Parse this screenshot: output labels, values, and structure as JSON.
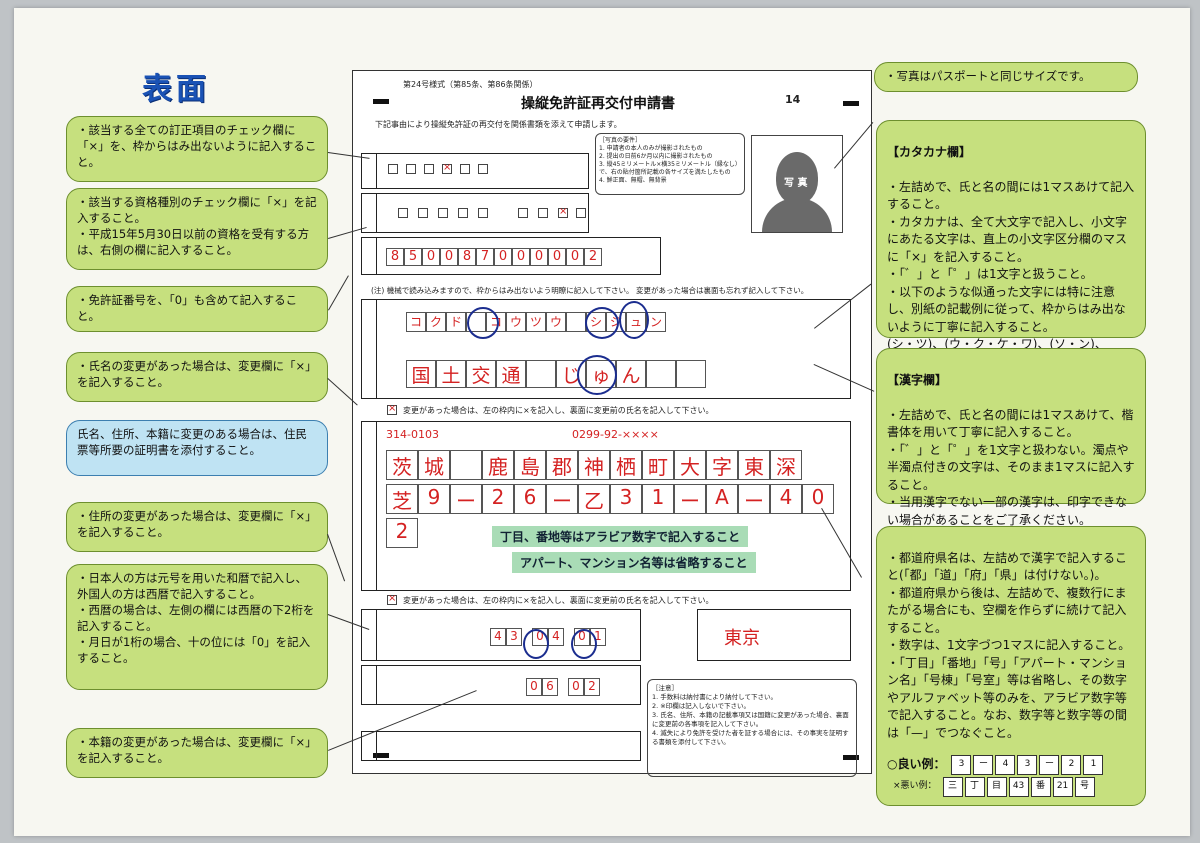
{
  "title": "表面",
  "form": {
    "number": "第24号様式（第85条、第86条関係）",
    "heading": "操縦免許証再交付申請書",
    "page": "14",
    "reason_note": "下記事由により操縦免許証の再交付を関係書類を添えて申請します。",
    "photo_requirements": "［写真の要件］\n1. 申請者の本人のみが撮影されたもの\n2. 提出の日前6か月以内に撮影されたもの\n3. 縦45ミリメートル×横35ミリメートル（縁なし）で、右の貼付箇所記載の各サイズを満たしたもの\n4. 鮮正面、無帽、無背景",
    "photo_label": "写 真",
    "machine_note": "(注) 機械で読み込みますので、枠からはみ出ないよう明瞭に記入して下さい。 変更があった場合は裏面も忘れず記入して下さい。",
    "license_number": [
      "8",
      "5",
      "0",
      "0",
      "8",
      "7",
      "0",
      "0",
      "0",
      "0",
      "0",
      "2"
    ],
    "kana": [
      "コ",
      "ク",
      "ド",
      "",
      "コ",
      "ウ",
      "ツ",
      "ウ",
      "",
      "シ",
      "ジ",
      "ュ",
      "ン"
    ],
    "kanji": [
      "国",
      "土",
      "交",
      "通",
      "",
      "じ",
      "ゅ",
      "ん"
    ],
    "postal": "314-0103",
    "phone": "0299-92-××××",
    "address1": [
      "茨",
      "城",
      "",
      "鹿",
      "島",
      "郡",
      "神",
      "栖",
      "町",
      "大",
      "字",
      "東",
      "深"
    ],
    "address2": [
      "芝",
      "9",
      "ー",
      "2",
      "6",
      "ー",
      "乙",
      "3",
      "1",
      "ー",
      "A",
      "ー",
      "4",
      "0"
    ],
    "address3": [
      "2"
    ],
    "note_numbers": "丁目、番地等はアラビア数字で記入すること",
    "note_apartment": "アパート、マンション名等は省略すること",
    "birth": [
      "4",
      "3",
      "0",
      "4",
      "0",
      "1"
    ],
    "honseki": "東京",
    "issue_date": [
      "0",
      "6",
      "0",
      "2"
    ],
    "change_text": "変更があった場合は、左の枠内に×を記入し、裏面に変更前の氏名を記入して下さい。",
    "attention": "［注意］\n1. 手数料は納付書により納付して下さい。\n2. ※印欄は記入しないで下さい。\n3. 氏名、住所、本籍の記載事項又は国籍に変更があった場合、裏面に変更前の各事項を記入して下さい。\n4. 滅失により免許を受けた者を証する場合には、その事実を証明する書類を添付して下さい。"
  },
  "left_notes": [
    "・該当する全ての訂正項目のチェック欄に「×」を、枠からはみ出ないように記入すること。",
    "・該当する資格種別のチェック欄に「×」を記入すること。\n・平成15年5月30日以前の資格を受有する方は、右側の欄に記入すること。",
    "・免許証番号を、「0」も含めて記入すること。",
    "・氏名の変更があった場合は、変更欄に「×」を記入すること。",
    "氏名、住所、本籍に変更のある場合は、住民票等所要の証明書を添付すること。",
    "・住所の変更があった場合は、変更欄に「×」を記入すること。",
    "・日本人の方は元号を用いた和暦で記入し、外国人の方は西暦で記入すること。\n・西暦の場合は、左側の欄には西暦の下2桁を記入すること。\n・月日が1桁の場合、十の位には「0」を記入すること。",
    "・本籍の変更があった場合は、変更欄に「×」を記入すること。"
  ],
  "right_notes": {
    "photo": "・写真はパスポートと同じサイズです。",
    "katakana_head": "【カタカナ欄】",
    "katakana": "・左詰めで、氏と名の間には1マスあけて記入すること。\n・カタカナは、全て大文字で記入し、小文字にあたる文字は、直上の小文字区分欄のマスに「×」を記入すること。\n・「゛」と「゜」は1文字と扱うこと。\n・以下のような似通った文字には特に注意し、別紙の記載例に従って、枠からはみ出ないように丁寧に記入すること。\n(シ・ツ)、(ウ・ク・ケ・ワ)、(ソ・ン)、(エ・コ・ユ)、(カ・ヤ)、(キ・チ・テ)",
    "kanji_head": "【漢字欄】",
    "kanji": "・左詰めで、氏と名の間には1マスあけて、楷書体を用いて丁寧に記入すること。\n・「゛」と「゜」を1文字と扱わない。濁点や半濁点付きの文字は、そのまま1マスに記入すること。\n・当用漢字でない一部の漢字は、印字できない場合があることをご了承ください。",
    "address": "・都道府県名は、左詰めで漢字で記入すること(「都」「道」「府」「県」は付けない。)。\n・都道府県から後は、左詰めで、複数行にまたがる場合にも、空欄を作らずに続けて記入すること。\n・数字は、1文字づつ1マスに記入すること。\n・「丁目」「番地」「号」「アパート・マンション名」「号棟」「号室」等は省略し、その数字やアルファベット等のみを、アラビア数字等で記入すること。なお、数字等と数字等の間は「—」でつなぐこと。",
    "good_label": "○良い例：",
    "good_example": [
      "3",
      "ー",
      "4",
      "3",
      "ー",
      "2",
      "1"
    ],
    "bad_label": "×悪い例：",
    "bad_example": [
      "三",
      "丁",
      "目",
      "43",
      "番",
      "21",
      "号"
    ]
  }
}
